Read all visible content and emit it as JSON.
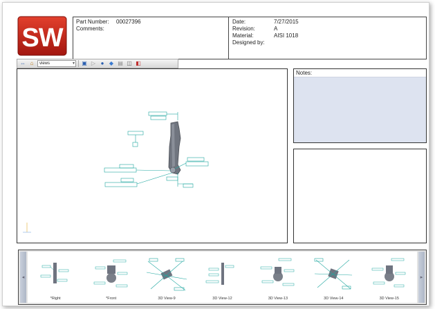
{
  "brand": {
    "logo_letters": "SW",
    "logo_color": "#c8231f"
  },
  "titleblock": {
    "part_number_label": "Part Number:",
    "part_number_value": "00027396",
    "comments_label": "Comments:",
    "date_label": "Date:",
    "date_value": "7/27/2015",
    "revision_label": "Revision:",
    "revision_value": "A",
    "material_label": "Material:",
    "material_value": "AISI 1018",
    "designed_by_label": "Designed by:",
    "designed_by_value": ""
  },
  "toolbar": {
    "view_select_value": "views",
    "icons": [
      "navigate-icon",
      "home-icon",
      "views-select",
      "fit-icon",
      "play-icon",
      "shading-icon",
      "render-icon",
      "pmi-icon",
      "section-icon",
      "color-icon"
    ]
  },
  "notes": {
    "label": "Notes:"
  },
  "views": [
    {
      "label": "*Right"
    },
    {
      "label": "*Front"
    },
    {
      "label": "3D View-9"
    },
    {
      "label": "3D View-12"
    },
    {
      "label": "3D View-13"
    },
    {
      "label": "3D View-14"
    },
    {
      "label": "3D View-15"
    }
  ],
  "colors": {
    "annotation": "#1fa7a0",
    "notes_bg": "#dde3f0",
    "part": "#6f7480"
  }
}
